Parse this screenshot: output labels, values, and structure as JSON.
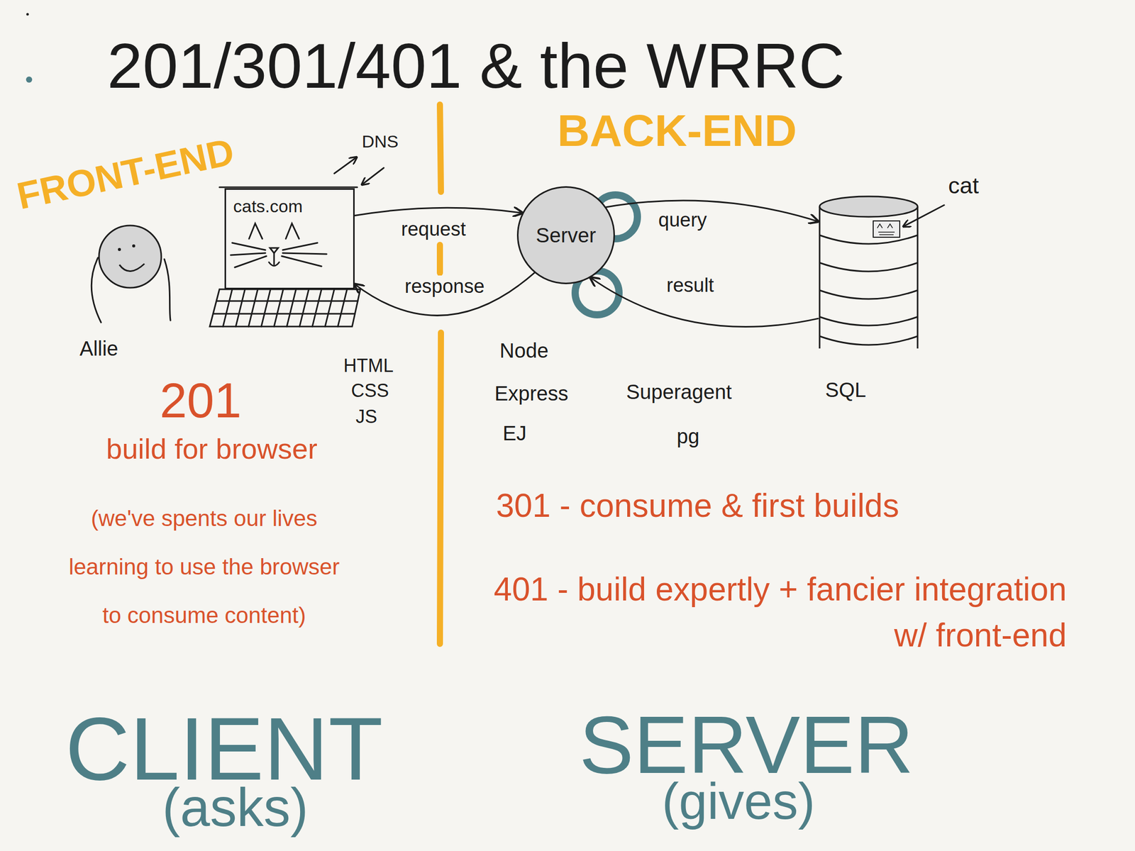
{
  "diagram": {
    "title": "201/301/401 & the WRRC",
    "nodes": [
      {
        "text": [
          "Allie"
        ]
      },
      {
        "text": [
          "cats.com"
        ]
      },
      {
        "text": [
          "Server"
        ]
      },
      {
        "text": [
          "cat"
        ]
      }
    ],
    "edges": [
      {
        "from": 1,
        "to": 2,
        "label": "request",
        "arrow": "to"
      },
      {
        "from": 2,
        "to": 1,
        "label": "response",
        "arrow": "to"
      },
      {
        "from": 2,
        "to": 3,
        "label": "query",
        "arrow": "to"
      },
      {
        "from": 3,
        "to": 2,
        "label": "result",
        "arrow": "to"
      }
    ],
    "labels": [
      "FRONT-END",
      "BACK-END",
      "DNS",
      "HTML",
      "CSS",
      "JS",
      "Node",
      "Express",
      "EJ",
      "Superagent",
      "pg",
      "SQL",
      "201",
      "build for browser",
      "(we've spents our lives learning to use the browser to consume content)",
      "301 - consume & first builds",
      "401 - build expertly + fancier integration w/ front-end",
      "CLIENT",
      "(asks)",
      "SERVER",
      "(gives)"
    ]
  }
}
